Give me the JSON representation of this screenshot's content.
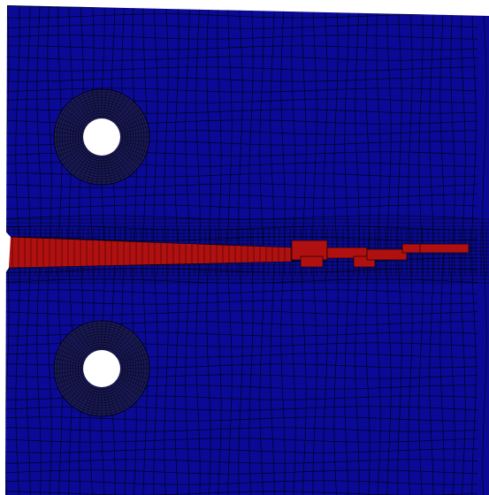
{
  "scene": {
    "background_color": "#ffffff",
    "specimen_color": "#0a0a96",
    "mesh_line_color": "#000000",
    "crack_color": "#b01010",
    "hole_color": "#ffffff",
    "ring_color": "#1a1a5a"
  },
  "parts": {
    "specimen": "specimen-plate",
    "crack": "crack-zone",
    "holes": [
      "upper-pin-hole",
      "lower-pin-hole"
    ],
    "notch": "notch-opening"
  }
}
